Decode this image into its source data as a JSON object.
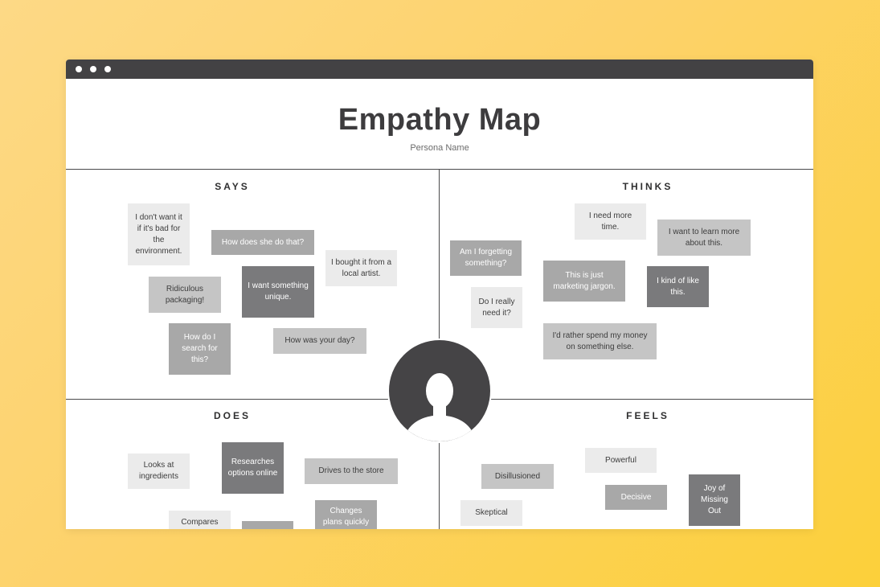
{
  "header": {
    "title": "Empathy Map",
    "persona": "Persona Name"
  },
  "quadrants": {
    "says": "SAYS",
    "thinks": "THINKS",
    "does": "DOES",
    "feels": "FEELS"
  },
  "notes": {
    "says": [
      "I don't want it if it's bad for the environment.",
      "How does she do that?",
      "I bought it from a local artist.",
      "Ridiculous packaging!",
      "I want something unique.",
      "How do I search for this?",
      "How was your day?"
    ],
    "thinks": [
      "I need more time.",
      "I want to learn more about this.",
      "Am I forgetting something?",
      "This is just marketing jargon.",
      "I kind of like this.",
      "Do I really need it?",
      "I'd rather spend my money on something else."
    ],
    "does": [
      "Looks at ingredients",
      "Researches options online",
      "Drives to the store",
      "Compares",
      "Changes plans quickly"
    ],
    "feels": [
      "Powerful",
      "Disillusioned",
      "Decisive",
      "Joy of Missing Out",
      "Skeptical"
    ]
  },
  "icons": {
    "avatar": "person-silhouette-icon"
  }
}
